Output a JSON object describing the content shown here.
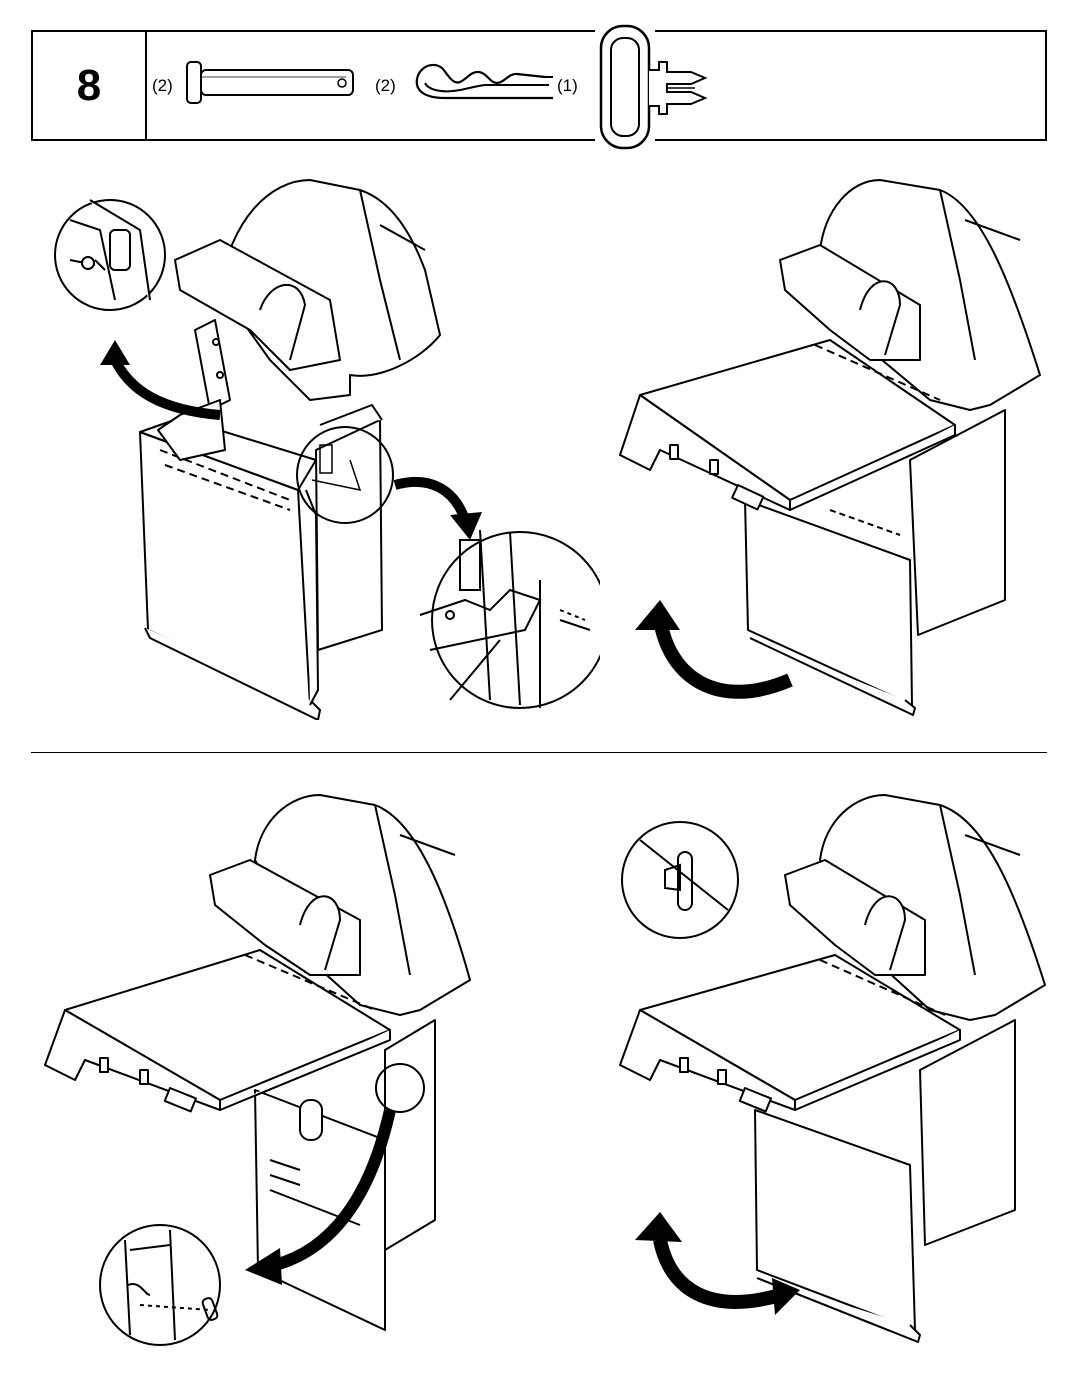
{
  "step": {
    "number": "8"
  },
  "parts": [
    {
      "quantity": "(2)",
      "icon": "clevis-pin-icon"
    },
    {
      "quantity": "(2)",
      "icon": "hair-pin-clip-icon"
    },
    {
      "quantity": "(1)",
      "icon": "hose-clip-icon"
    }
  ],
  "figures": [
    {
      "icon": "grill-side-shelf-attach-icon"
    },
    {
      "icon": "grill-side-shelf-raised-icon"
    },
    {
      "icon": "grill-side-shelf-clip-icon"
    },
    {
      "icon": "grill-side-shelf-fold-icon"
    }
  ]
}
